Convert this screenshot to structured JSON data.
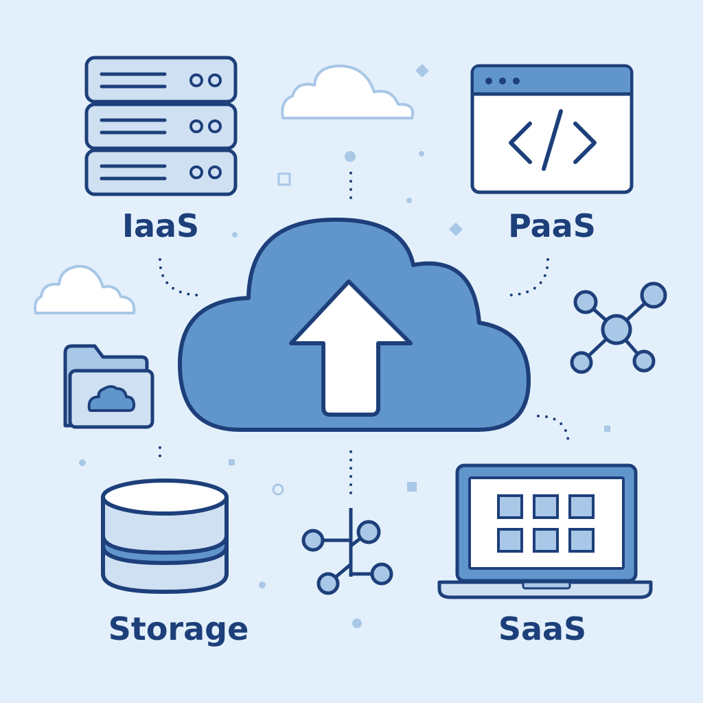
{
  "labels": {
    "iaas": "IaaS",
    "paas": "PaaS",
    "storage": "Storage",
    "saas": "SaaS"
  },
  "colors": {
    "background": "#e3f0fb",
    "outline": "#1d3f7a",
    "primary_blue": "#6196cc",
    "light_fill": "#cfe0f3",
    "white": "#ffffff",
    "accent": "#a9c7e6"
  },
  "icons": [
    "server-rack-icon",
    "code-window-icon",
    "cloud-upload-icon",
    "network-node-icon",
    "cloud-folder-icon",
    "database-icon",
    "branch-icon",
    "laptop-apps-icon",
    "cloud-outline-icon"
  ]
}
